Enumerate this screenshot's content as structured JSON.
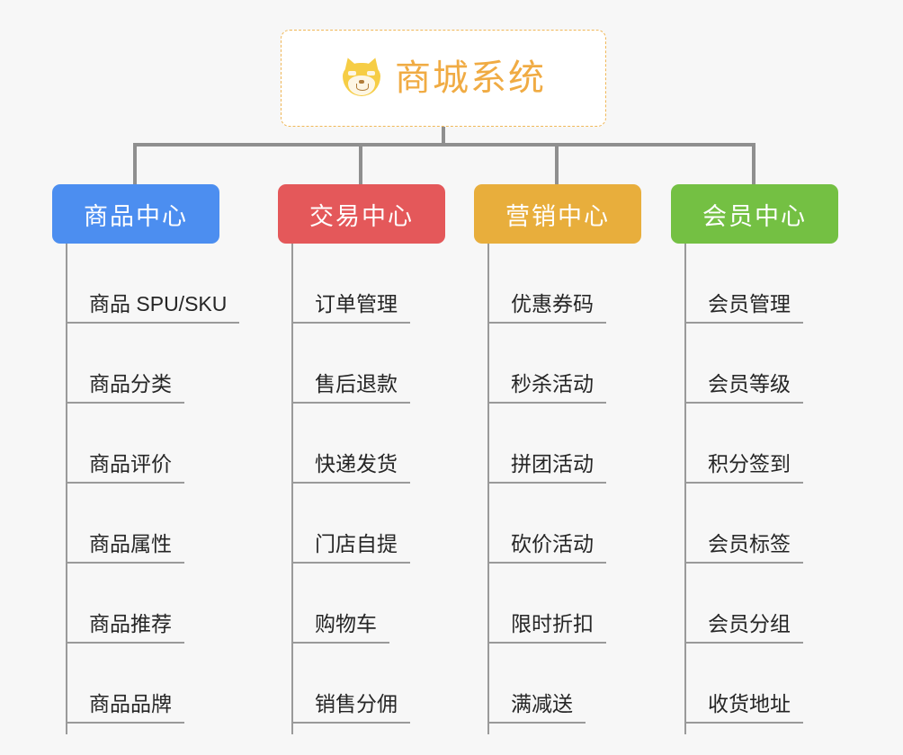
{
  "root": {
    "title": "商城系统",
    "icon": "shiba-inu-icon",
    "border_color": "#f0b859",
    "text_color": "#f0ab43"
  },
  "canvas": {
    "background": "#f7f7f7",
    "connector_color": "#8f8f8f"
  },
  "branches": [
    {
      "label": "商品中心",
      "color": "#4c8ef0",
      "items": [
        "商品 SPU/SKU",
        "商品分类",
        "商品评价",
        "商品属性",
        "商品推荐",
        "商品品牌"
      ]
    },
    {
      "label": "交易中心",
      "color": "#e4585a",
      "items": [
        "订单管理",
        "售后退款",
        "快递发货",
        "门店自提",
        "购物车",
        "销售分佣"
      ]
    },
    {
      "label": "营销中心",
      "color": "#e8ae3c",
      "items": [
        "优惠券码",
        "秒杀活动",
        "拼团活动",
        "砍价活动",
        "限时折扣",
        "满减送"
      ]
    },
    {
      "label": "会员中心",
      "color": "#74c043",
      "items": [
        "会员管理",
        "会员等级",
        "积分签到",
        "会员标签",
        "会员分组",
        "收货地址"
      ]
    }
  ]
}
